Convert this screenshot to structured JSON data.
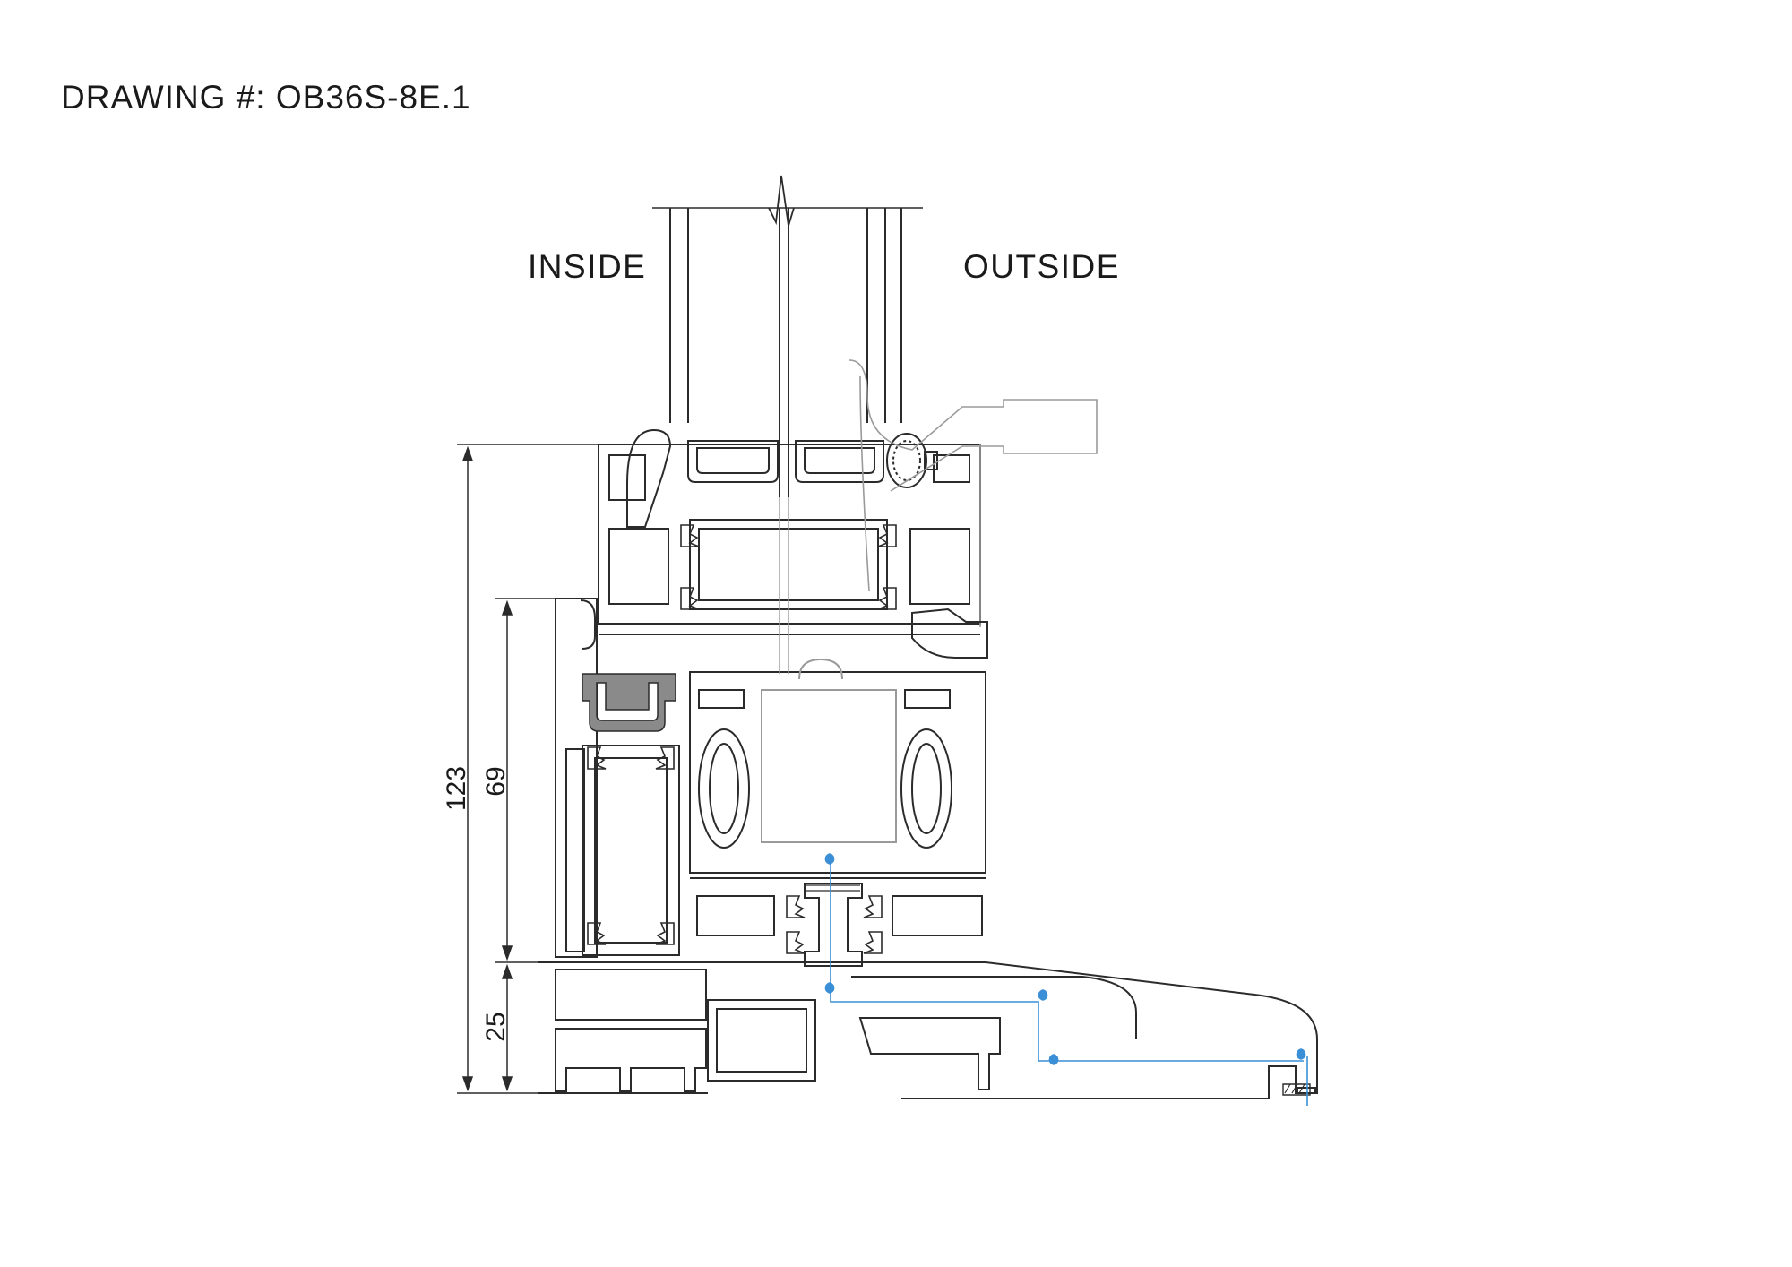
{
  "drawing": {
    "title": "DRAWING #: OB36S-8E.1",
    "inside_label": "INSIDE",
    "outside_label": "OUTSIDE"
  },
  "dimensions": [
    {
      "id": "overall",
      "value": "123"
    },
    {
      "id": "sash",
      "value": "69"
    },
    {
      "id": "sill",
      "value": "25"
    }
  ],
  "colors": {
    "line": "#2b2b2b",
    "light_line": "#9a9a9a",
    "water_path": "#3a8fd6",
    "gasket_fill": "#8a8a8a"
  }
}
